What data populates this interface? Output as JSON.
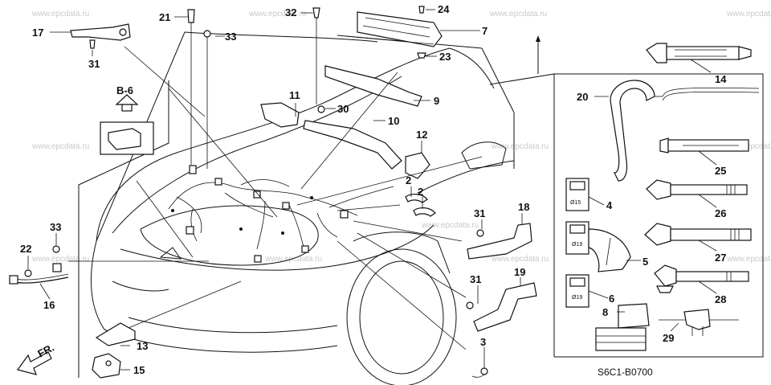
{
  "watermark": "www.epcdata.ru",
  "diagram_code": "S6C1-B0700",
  "ref_tag": "B-6",
  "front_arrow": "FR.",
  "connector_labels": {
    "c4": "Ø15",
    "c5": "Ø19",
    "c6": "Ø19"
  },
  "callouts": {
    "n2a": "2",
    "n2b": "2",
    "n3": "3",
    "n4": "4",
    "n5": "5",
    "n6": "6",
    "n7": "7",
    "n8": "8",
    "n9": "9",
    "n10": "10",
    "n11": "11",
    "n12": "12",
    "n13": "13",
    "n14": "14",
    "n15": "15",
    "n16": "16",
    "n17": "17",
    "n18": "18",
    "n19": "19",
    "n20": "20",
    "n21": "21",
    "n22": "22",
    "n23": "23",
    "n24": "24",
    "n25": "25",
    "n26": "26",
    "n27": "27",
    "n28": "28",
    "n29": "29",
    "n30": "30",
    "n31a": "31",
    "n31b": "31",
    "n31c": "31",
    "n32": "32",
    "n33a": "33",
    "n33b": "33"
  }
}
